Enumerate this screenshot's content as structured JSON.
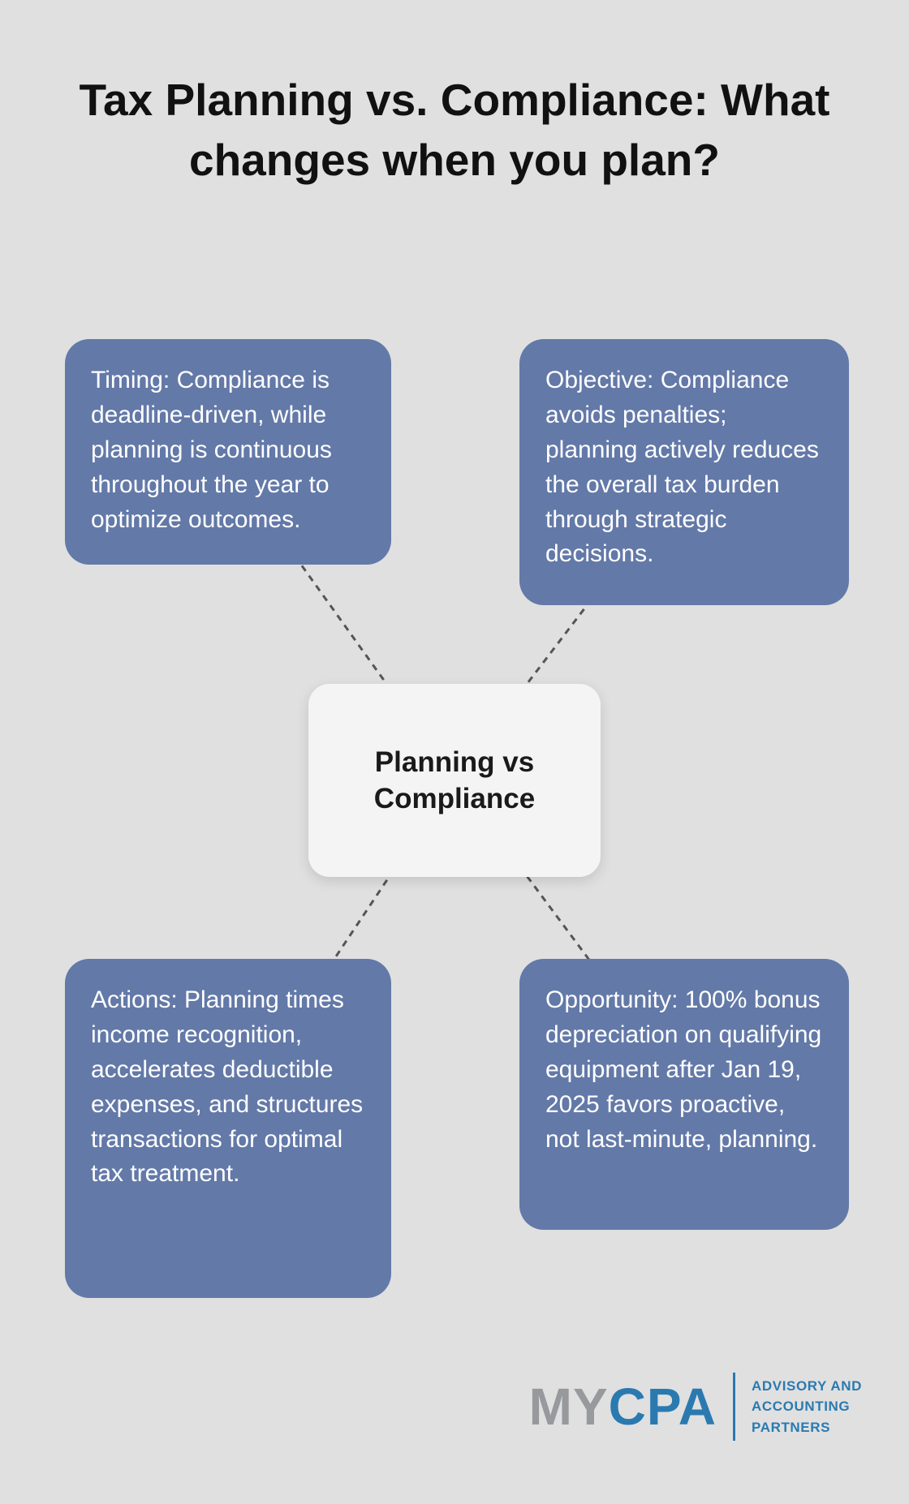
{
  "page": {
    "title": "Tax Planning vs. Compliance: What changes when you plan?"
  },
  "center_node": {
    "label": "Planning vs Compliance"
  },
  "nodes": [
    {
      "id": "timing",
      "text": "Timing: Compliance is deadline-driven, while planning is continuous throughout the year to optimize outcomes."
    },
    {
      "id": "objective",
      "text": "Objective: Compliance avoids penalties; planning actively reduces the overall tax burden through strategic decisions."
    },
    {
      "id": "actions",
      "text": "Actions: Planning times income recognition, accelerates deductible expenses, and structures transactions for optimal tax treatment."
    },
    {
      "id": "opportunity",
      "text": "Opportunity: 100% bonus depreciation on qualifying equipment after Jan 19, 2025 favors proactive, not last-minute, planning."
    }
  ],
  "logo": {
    "prefix": "MY",
    "suffix": "CPA",
    "tagline_lines": [
      "ADVISORY AND",
      "ACCOUNTING",
      "PARTNERS"
    ]
  },
  "colors": {
    "background": "#e0e0e0",
    "node_fill": "#6379a8",
    "node_text": "#ffffff",
    "center_fill": "#f4f4f4",
    "line": "#555555",
    "logo_gray": "#97999c",
    "logo_blue": "#2a7ab0"
  }
}
